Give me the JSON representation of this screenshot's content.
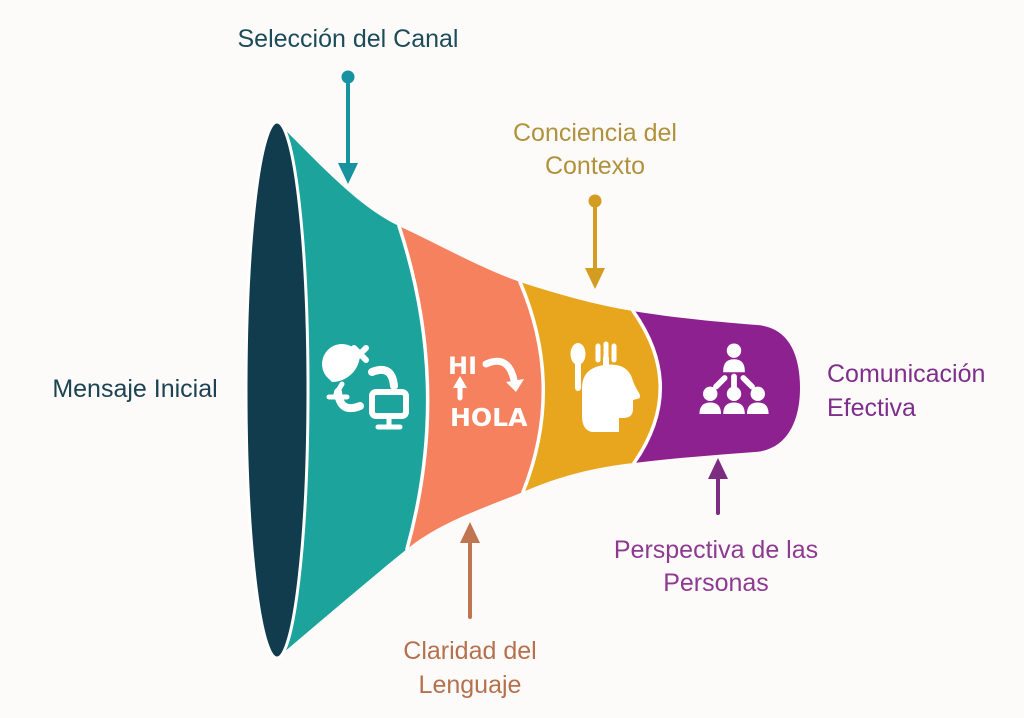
{
  "page": {
    "background": "#fcfbf9"
  },
  "labels": {
    "seleccion": {
      "text": "Selección del Canal",
      "color": "#1d4b5a"
    },
    "conciencia": {
      "line1": "Conciencia del",
      "line2": "Contexto",
      "color": "#b1923c"
    },
    "mensaje": {
      "text": "Mensaje Inicial",
      "color": "#1d4252"
    },
    "comunicacion": {
      "line1": "Comunicación",
      "line2": "Efectiva",
      "color": "#7f2e8b"
    },
    "perspectiva": {
      "line1": "Perspectiva de las",
      "line2": "Personas",
      "color": "#8d3a91"
    },
    "claridad": {
      "line1": "Claridad del",
      "line2": "Lenguaje",
      "color": "#b5714e"
    }
  },
  "funnel": {
    "mouth_color": "#113c4d",
    "separator_color": "#ffffff",
    "icon_color": "#ffffff",
    "segments": [
      {
        "id": "seleccion-del-canal",
        "color": "#1ba39c",
        "icon": "satellite-monitor-exchange-icon"
      },
      {
        "id": "claridad-del-lenguaje",
        "color": "#f5815f",
        "icon": "translation-hi-hola-icon"
      },
      {
        "id": "conciencia-del-contexto",
        "color": "#e7a61e",
        "icon": "head-cutlery-icon"
      },
      {
        "id": "perspectiva-de-las-personas",
        "color": "#8e2190",
        "icon": "people-hierarchy-icon"
      }
    ],
    "icon_text": {
      "hi": "HI",
      "hola": "HOLA"
    }
  },
  "arrows": {
    "canal": {
      "color": "#16939e"
    },
    "contexto": {
      "color": "#d49c20"
    },
    "personas": {
      "color": "#7c2d82"
    },
    "lenguaje": {
      "color": "#bf7550"
    }
  }
}
